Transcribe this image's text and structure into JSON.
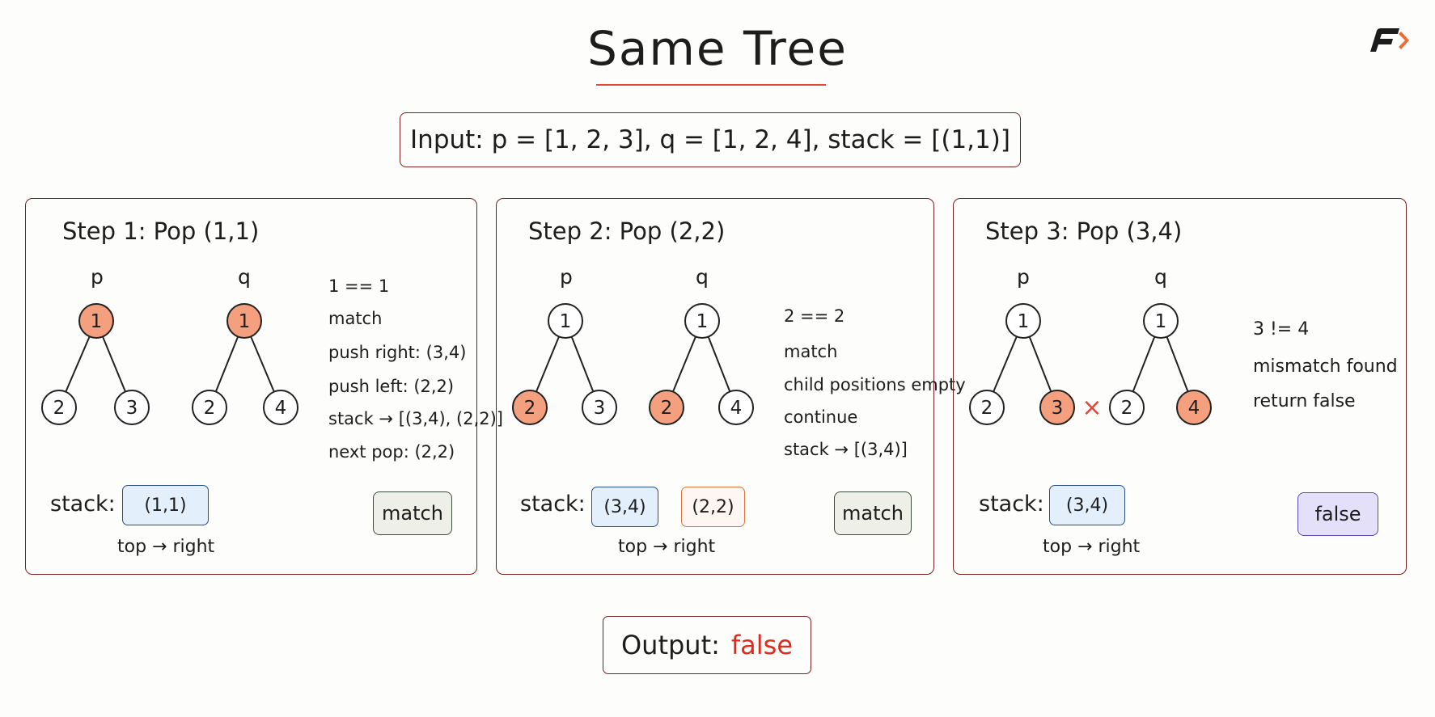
{
  "title": "Same Tree",
  "input_text": "Input: p = [1, 2, 3], q = [1, 2, 4], stack = [(1,1)]",
  "steps": [
    {
      "title": "Step 1: Pop (1,1)",
      "p_label": "p",
      "q_label": "q",
      "p_nodes": [
        "1",
        "2",
        "3"
      ],
      "q_nodes": [
        "1",
        "2",
        "4"
      ],
      "notes": [
        "1 == 1",
        "match",
        "push right: (3,4)",
        "push left: (2,2)",
        "stack → [(3,4), (2,2)]",
        "next pop: (2,2)"
      ],
      "stack_label": "stack:",
      "stack_items": [
        "(1,1)"
      ],
      "top_hint": "top → right",
      "badge": "match"
    },
    {
      "title": "Step 2: Pop (2,2)",
      "p_label": "p",
      "q_label": "q",
      "p_nodes": [
        "1",
        "2",
        "3"
      ],
      "q_nodes": [
        "1",
        "2",
        "4"
      ],
      "notes": [
        "2 == 2",
        "match",
        "child positions empty",
        "continue",
        "stack → [(3,4)]"
      ],
      "stack_label": "stack:",
      "stack_items": [
        "(3,4)",
        "(2,2)"
      ],
      "top_hint": "top → right",
      "badge": "match"
    },
    {
      "title": "Step 3: Pop (3,4)",
      "p_label": "p",
      "q_label": "q",
      "p_nodes": [
        "1",
        "2",
        "3"
      ],
      "q_nodes": [
        "1",
        "2",
        "4"
      ],
      "notes": [
        "3 != 4",
        "mismatch found",
        "return false"
      ],
      "stack_label": "stack:",
      "stack_items": [
        "(3,4)"
      ],
      "top_hint": "top → right",
      "badge": "false",
      "mismatch_mark": "×"
    }
  ],
  "output_label": "Output:",
  "output_value": "false",
  "colors": {
    "highlight_node": "#f4a07f",
    "border": "#7a1f1f",
    "title_underline": "#e0493a",
    "false_text": "#e02a1d",
    "mismatch_mark": "#e0493a"
  }
}
